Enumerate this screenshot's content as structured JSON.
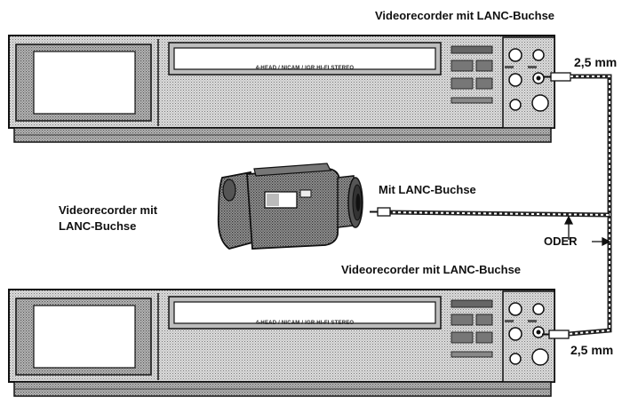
{
  "labels": {
    "vcr_top": "Videorecorder mit LANC-Buchse",
    "vcr_bottom": "Videorecorder mit LANC-Buchse",
    "camera": "Mit LANC-Buchse",
    "left_line1": "Videorecorder mit",
    "left_line2": "LANC-Buchse",
    "or": "ODER",
    "plug_top": "2,5 mm",
    "plug_bottom": "2,5 mm"
  },
  "vcr": {
    "cassette_label": "4-HEAD / NICAM / IGR HI-FI STEREO"
  },
  "colors": {
    "outline": "#111111",
    "body_fill": "#d6d6d6",
    "panel_fill": "#c4c4c4",
    "screen_fill": "#ffffff",
    "cable": "#222222"
  }
}
